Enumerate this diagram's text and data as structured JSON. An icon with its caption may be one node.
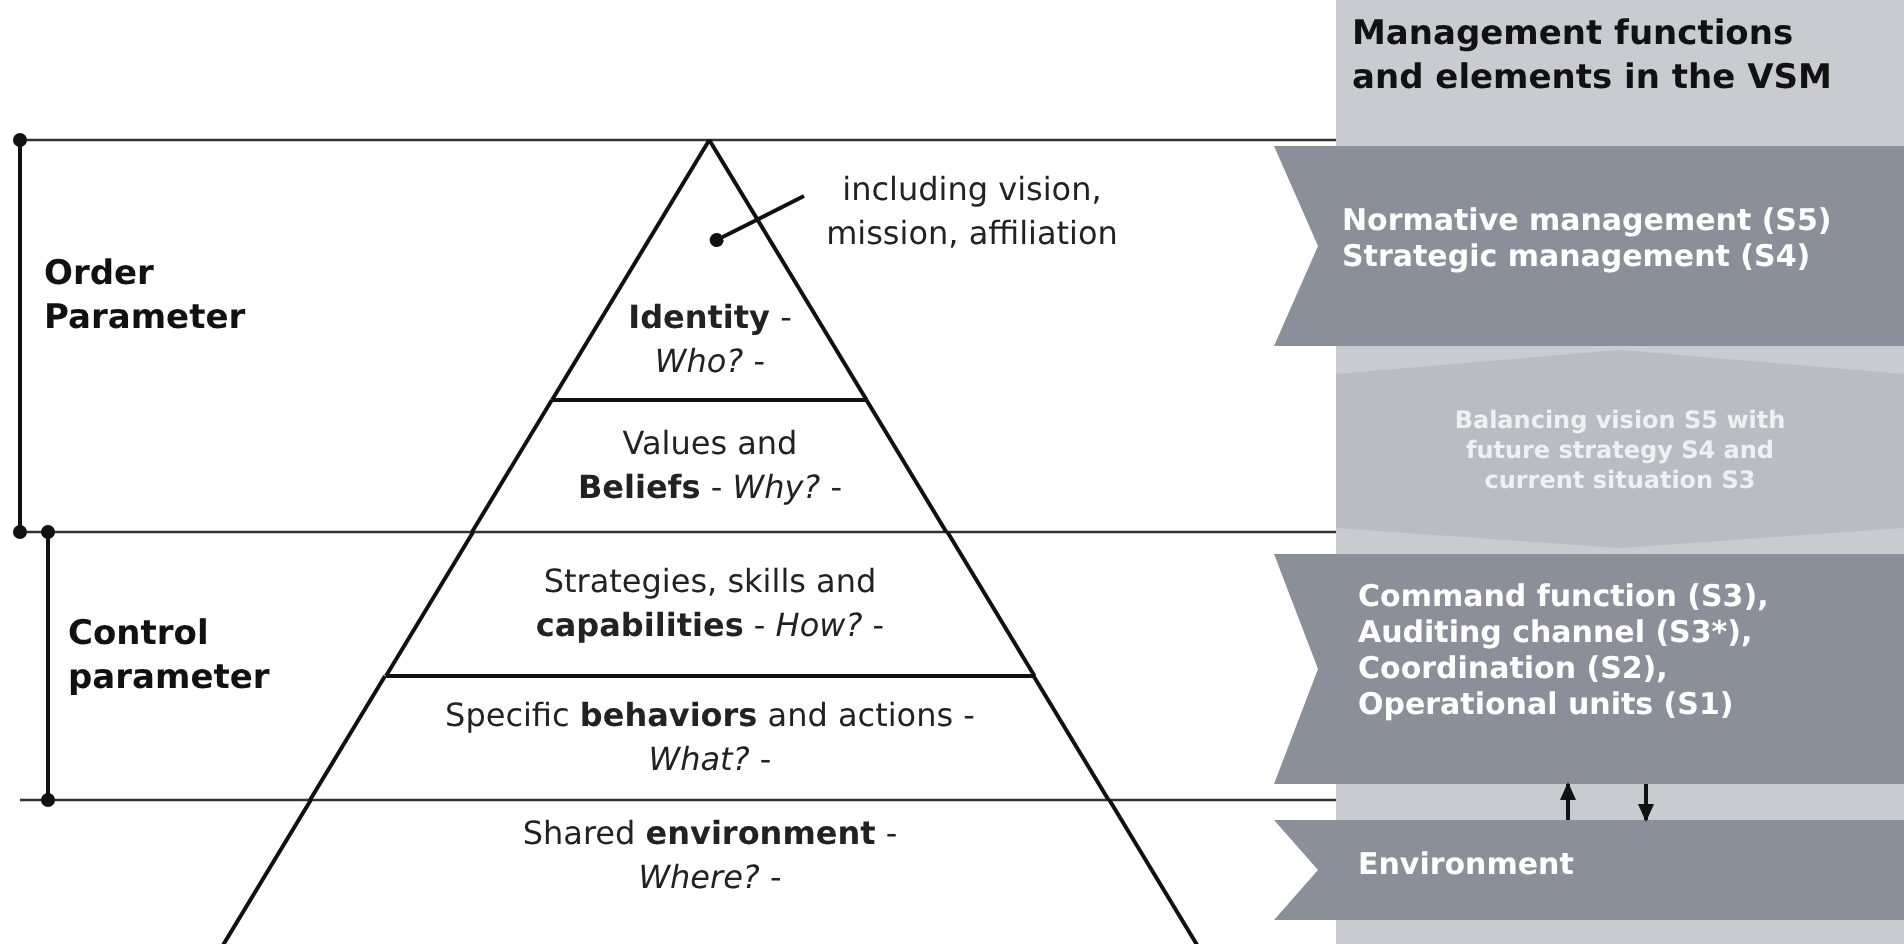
{
  "diagram": {
    "nodes": [
      {
        "text": [
          "**Identity** - *Who?* -"
        ]
      },
      {
        "text": [
          "Values and **Beliefs** - *Why?* -"
        ]
      },
      {
        "text": [
          "Strategies, skills and **capabilities** - *How?* -"
        ]
      },
      {
        "text": [
          "Specific **behaviors** and actions - *What?* -"
        ]
      },
      {
        "text": [
          "Shared **environment** - *Where?* -"
        ]
      },
      {
        "text": [
          "including vision, mission, affiliation"
        ]
      },
      {
        "text": [
          "Management functions and elements in the VSM"
        ]
      },
      {
        "text": [
          "Normative management (S5) Strategic management (S4)"
        ],
        "in": 6
      },
      {
        "text": [
          "Balancing vision S5 with future strategy S4 and current situation S3"
        ],
        "in": 6
      },
      {
        "text": [
          "Command function (S3), Auditing channel (S3*), Coordination (S2), Operational units (S1)"
        ],
        "in": 6
      },
      {
        "text": [
          "Environment"
        ],
        "in": 6
      }
    ],
    "edges": [
      {
        "from": 5,
        "to": 0,
        "arrow": "other"
      },
      {
        "from": 10,
        "to": 9,
        "arrow": "to"
      },
      {
        "from": 9,
        "to": 10,
        "arrow": "to"
      }
    ],
    "labels": [
      "Order Parameter",
      "Control parameter"
    ]
  }
}
